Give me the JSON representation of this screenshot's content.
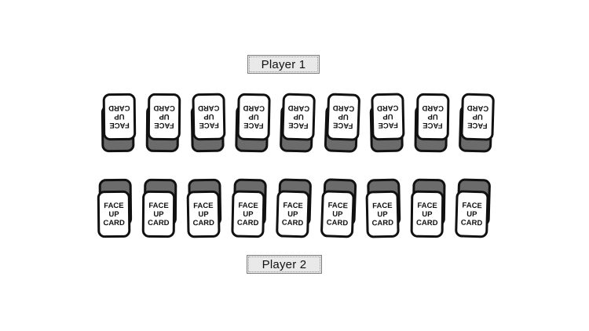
{
  "table": {
    "player1": {
      "label": "Player 1",
      "cards": 9
    },
    "player2": {
      "label": "Player 2",
      "cards": 9
    },
    "card": {
      "lines": [
        "FACE",
        "UP",
        "CARD"
      ]
    }
  },
  "colors": {
    "background": "#ffffff",
    "card_face": "#ffffff",
    "card_back": "#6b6b6b",
    "card_border": "#111111",
    "label_bg": "#e9e9e9",
    "label_border": "#7f7f7f",
    "text": "#111111"
  }
}
